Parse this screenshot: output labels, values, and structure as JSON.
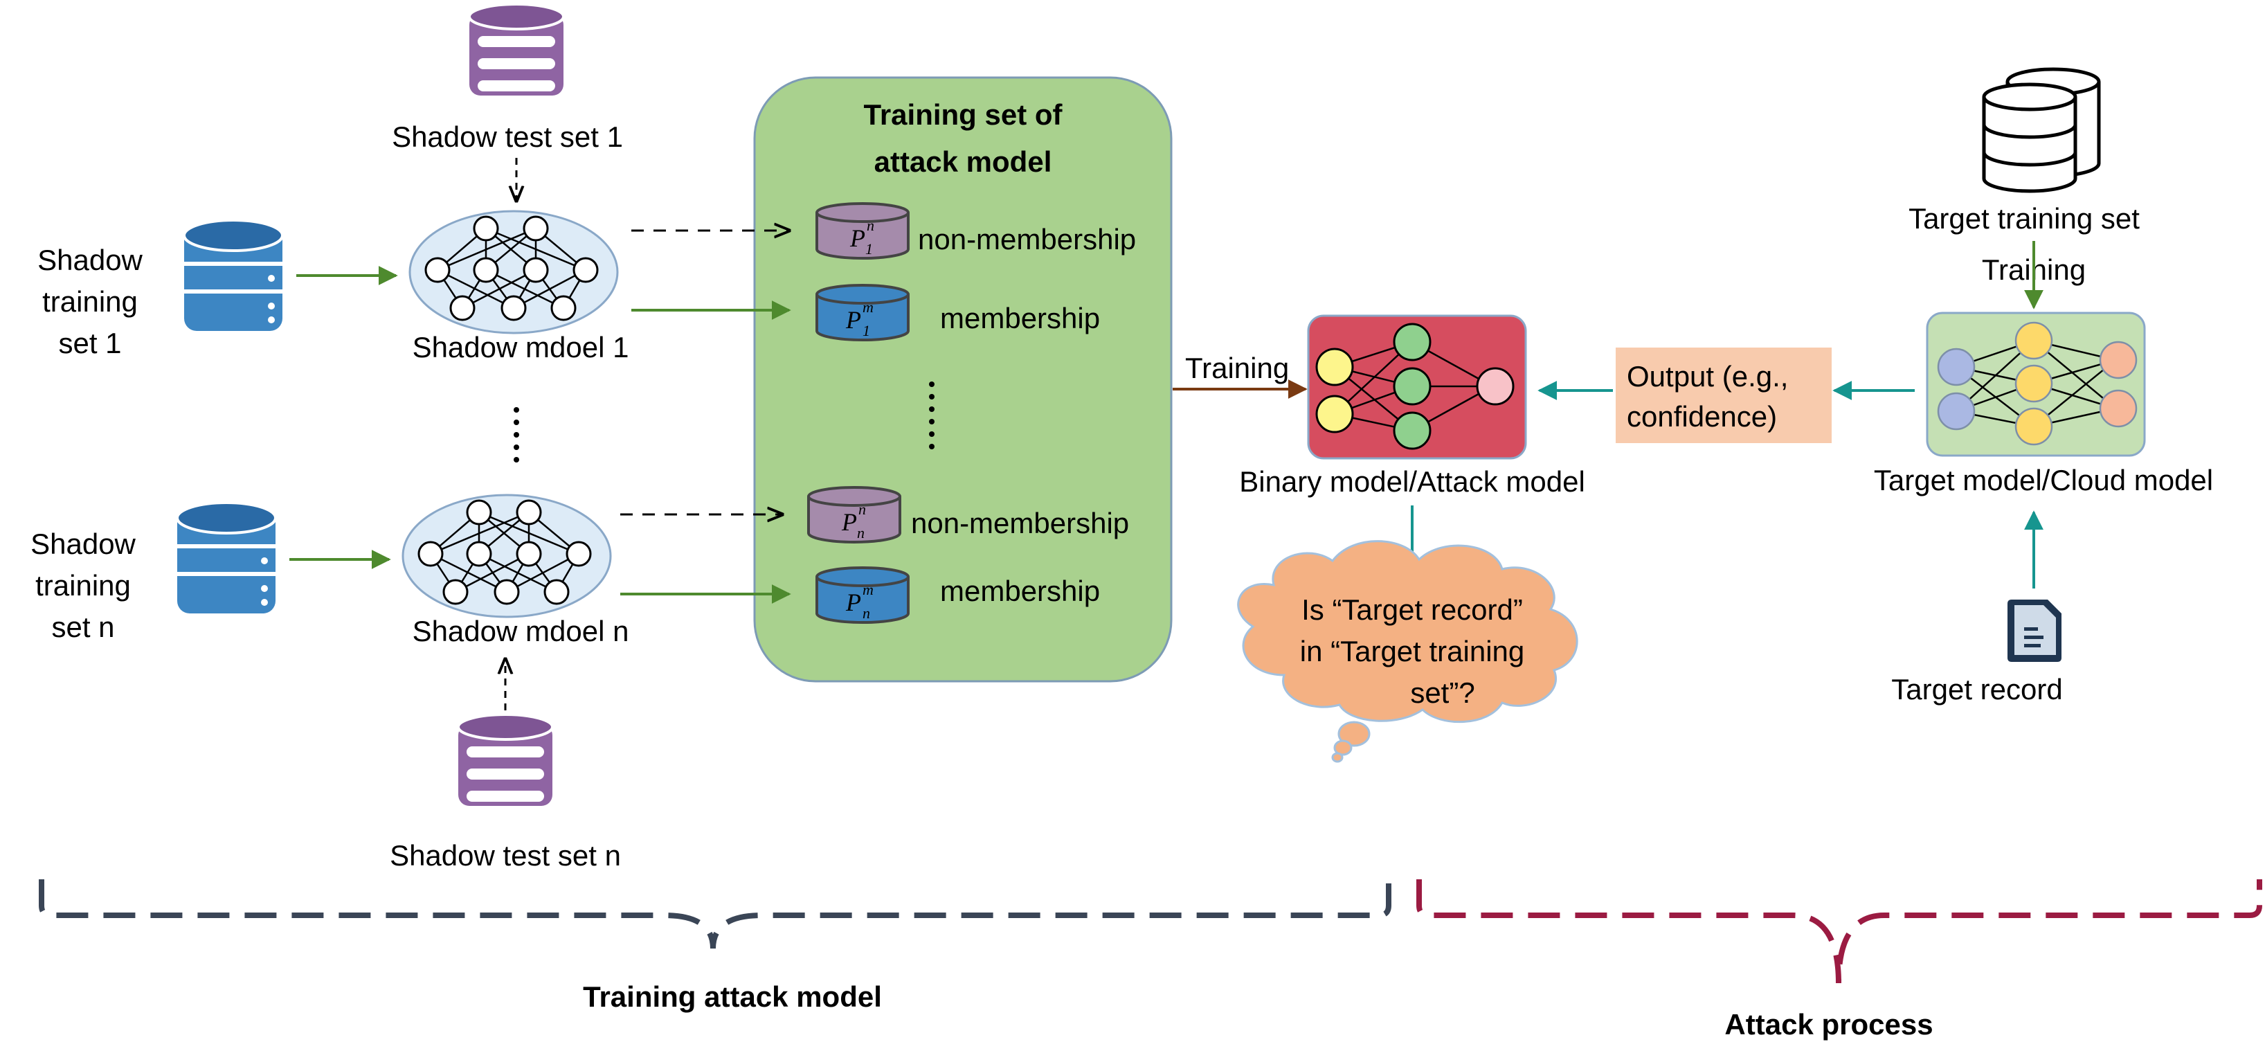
{
  "labels": {
    "shadow_test_set_1": "Shadow test set 1",
    "shadow_test_set_n": "Shadow test set n",
    "shadow_training_set_1": [
      "Shadow",
      "training",
      "set 1"
    ],
    "shadow_training_set_n": [
      "Shadow",
      "training",
      "set n"
    ],
    "shadow_model_1": "Shadow mdoel 1",
    "shadow_model_n": "Shadow mdoel n",
    "training_set_title": [
      "Training set of",
      "attack model"
    ],
    "non_membership": "non-membership",
    "membership": "membership",
    "p_symbol": "P",
    "sup_n": "n",
    "sup_m": "m",
    "sub_1": "1",
    "sub_n": "n",
    "training_arrow": "Training",
    "binary_model": "Binary model/Attack model",
    "output_box": [
      "Output (e.g.,",
      "confidence)"
    ],
    "target_training_set": "Target training set",
    "training_target": "Training",
    "target_model": "Target model/Cloud model",
    "target_record": "Target record",
    "cloud_question": [
      "Is “Target record”",
      "in “Target training",
      "set”?"
    ],
    "section_training": "Training attack model",
    "section_attack": "Attack process"
  },
  "colors": {
    "green_arrow": "#4e8a2e",
    "teal_arrow": "#16958f",
    "brown_arrow": "#7a3a12",
    "training_panel": "#a9d18e",
    "attack_model_box": "#d64d5f",
    "output_box": "#f8cbad",
    "target_model_box": "#c5e0b4",
    "cloud": "#f4b183",
    "database_blue": "#3d86c3",
    "database_purple": "#8f64a3",
    "bracket_dark": "#3a4556",
    "bracket_red": "#9b1b42"
  }
}
